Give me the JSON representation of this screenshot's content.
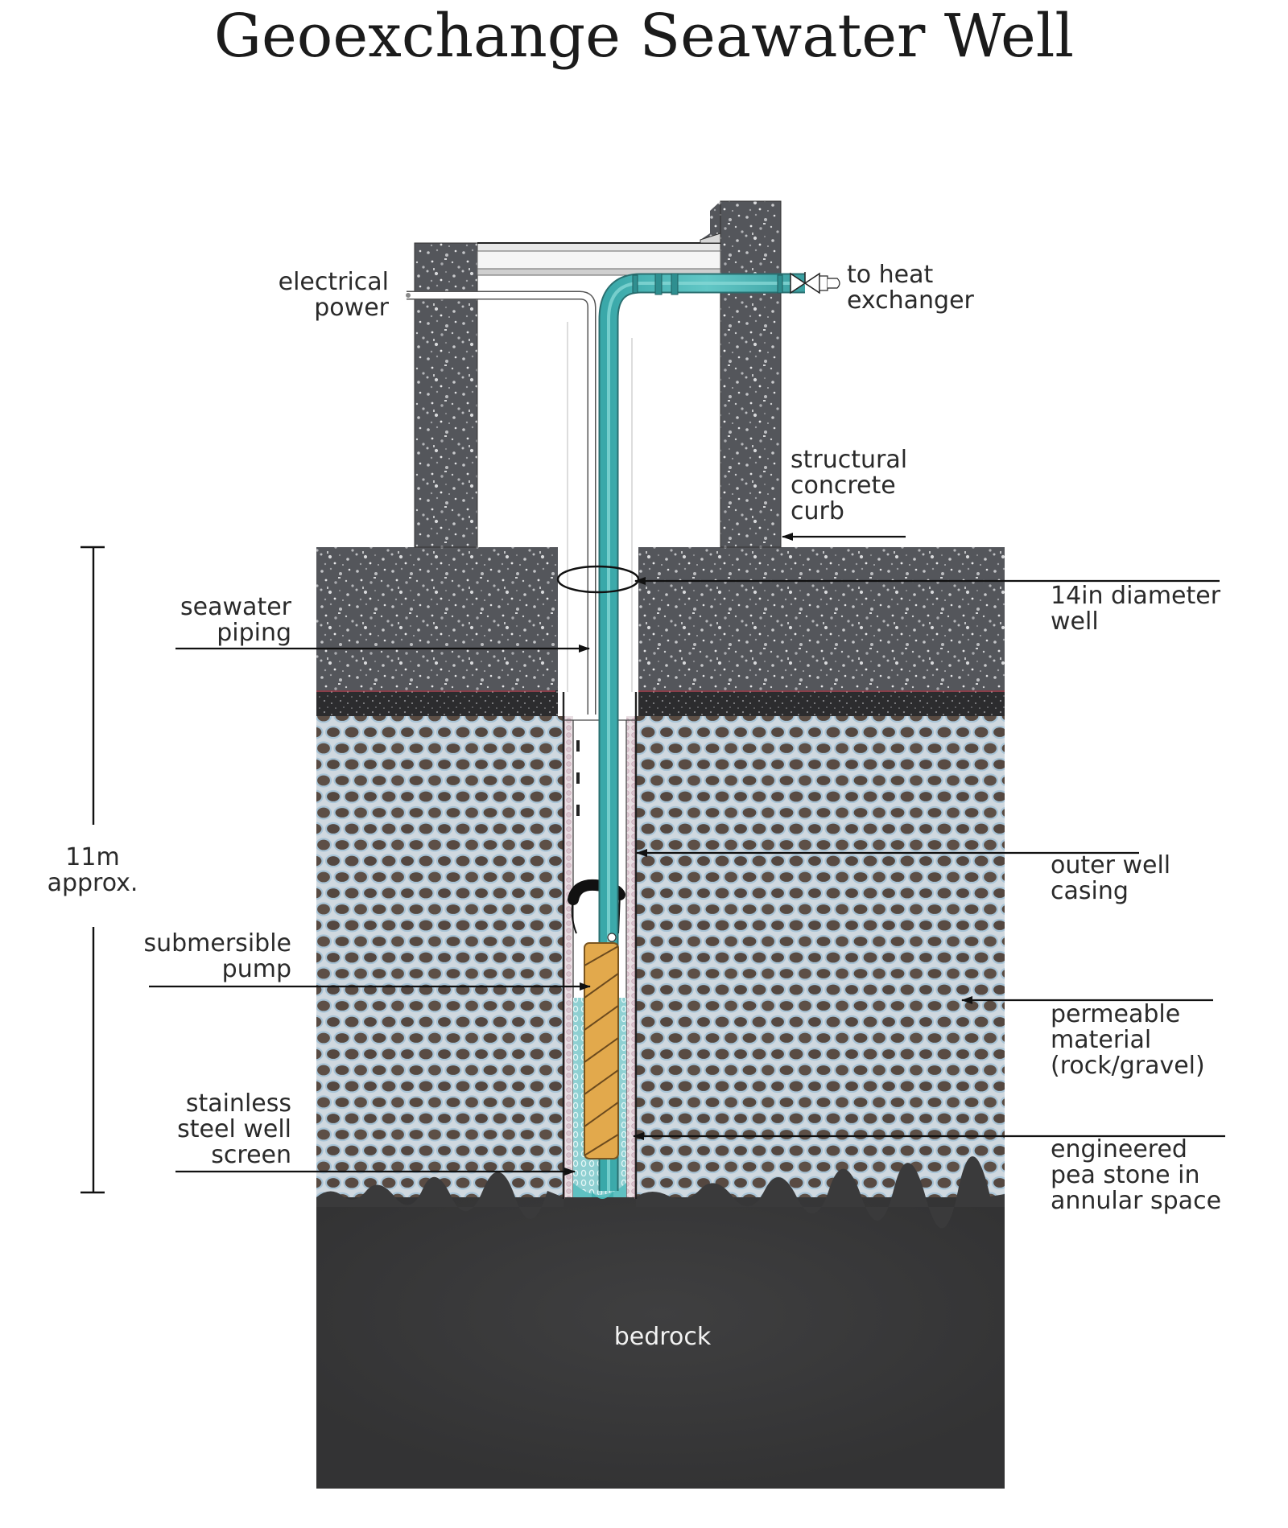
{
  "title": "Geoexchange Seawater Well",
  "labels": {
    "electrical_power": "electrical\npower",
    "to_heat_exchanger": "to heat\nexchanger",
    "structural_concrete_curb": "structural\nconcrete\ncurb",
    "seawater_piping": "seawater\npiping",
    "diameter_well": "14in diameter\nwell",
    "depth": "11m\napprox.",
    "outer_well_casing": "outer well\ncasing",
    "submersible_pump": "submersible\npump",
    "permeable_material": "permeable\nmaterial\n(rock/gravel)",
    "stainless_steel_well_screen": "stainless\nsteel well\nscreen",
    "engineered_pea_stone": "engineered\npea stone in\nannular space",
    "bedrock": "bedrock"
  },
  "colors": {
    "concrete": "#54565b",
    "concrete_speckle": "#b8b9bc",
    "gravel_bg": "#d7dde3",
    "gravel_stone": "#584a42",
    "gravel_outline": "#9bb4c8",
    "bedrock": "#3b3b3b",
    "seawater_pipe": "#4fb8b8",
    "pump": "#e0a848",
    "leader_line": "#111111"
  }
}
